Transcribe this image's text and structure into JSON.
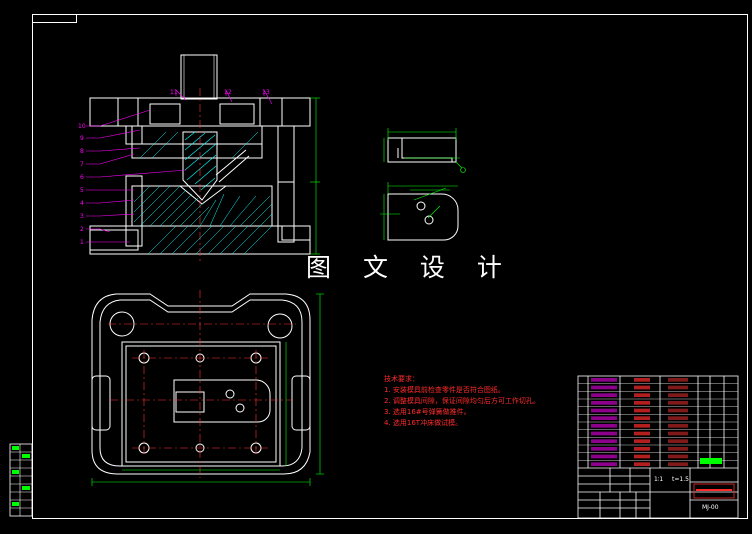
{
  "watermark": "图 文 设 计",
  "tech_requirements": {
    "title": "技术要求：",
    "items": [
      "1. 安装模具前检查零件是否符合图纸。",
      "2. 调整模具间隙，保证间隙均匀后方可工作切孔。",
      "3. 选用16#号弹簧做推件。",
      "4. 选用16T冲床做试模。"
    ]
  },
  "title_block": {
    "scale": "1∶1",
    "ratio": "t=1.5",
    "drawing_no": "MJ-00"
  },
  "part_labels": [
    "10",
    "9",
    "8",
    "7",
    "6",
    "5",
    "4",
    "3",
    "2",
    "1"
  ],
  "top_labels": [
    "11",
    "12",
    "13"
  ],
  "colors": {
    "outline": "#ffffff",
    "dimension": "#00ff00",
    "center": "#ff3333",
    "leader": "#ff00ff",
    "hatch": "#00ffff",
    "annotation": "#ff2b2b",
    "yellow": "#ffff00"
  }
}
